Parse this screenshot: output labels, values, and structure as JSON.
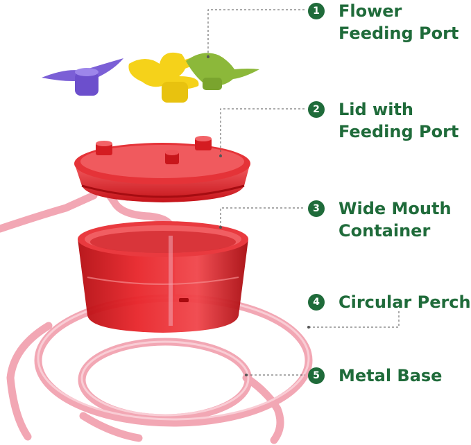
{
  "callouts": [
    {
      "number": "1",
      "label": "Flower\nFeeding Port"
    },
    {
      "number": "2",
      "label": "Lid with\nFeeding Port"
    },
    {
      "number": "3",
      "label": "Wide Mouth\nContainer"
    },
    {
      "number": "4",
      "label": "Circular Perch"
    },
    {
      "number": "5",
      "label": "Metal Base"
    }
  ],
  "colors": {
    "label_green": "#1f6b3a",
    "container_red": "#d9161b",
    "stand_pink": "#f2a7b4",
    "flower_purple": "#7b5fd6",
    "flower_yellow": "#f5d21a",
    "flower_green": "#8cb83a"
  }
}
